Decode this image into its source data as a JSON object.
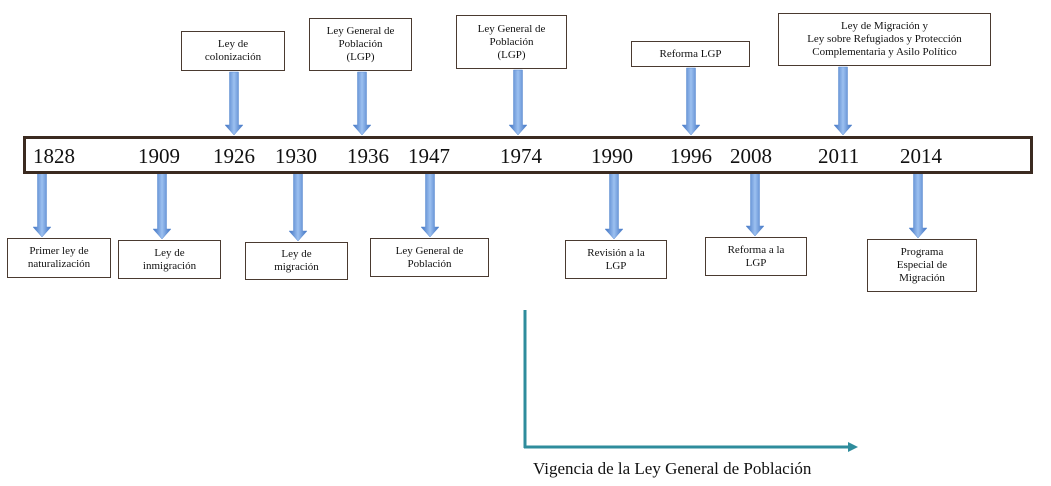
{
  "timeline": {
    "years": [
      "1828",
      "1909",
      "1926",
      "1930",
      "1936",
      "1947",
      "1974",
      "1990",
      "1996",
      "2008",
      "2011",
      "2014"
    ]
  },
  "events_above": [
    {
      "year": "1926",
      "label": "Ley de\ncolonización"
    },
    {
      "year": "1936",
      "label": "Ley General de\nPoblación\n(LGP)"
    },
    {
      "year": "1974",
      "label": "Ley General de\nPoblación\n(LGP)"
    },
    {
      "year": "1996",
      "label": "Reforma  LGP"
    },
    {
      "year": "2011",
      "label": "Ley de Migración y\nLey sobre Refugiados  y Protección\nComplementaria   y Asilo Político"
    }
  ],
  "events_below": [
    {
      "year": "1828",
      "label": "Primer  ley de\nnaturalización"
    },
    {
      "year": "1909",
      "label": "Ley de\ninmigración"
    },
    {
      "year": "1930",
      "label": "Ley de\nmigración"
    },
    {
      "year": "1947",
      "label": "Ley General de\nPoblación"
    },
    {
      "year": "1990",
      "label": "Revisión a la\nLGP"
    },
    {
      "year": "2008",
      "label": "Reforma  a la\nLGP"
    },
    {
      "year": "2014",
      "label": "Programa\nEspecial de\nMigración"
    }
  ],
  "vigencia_label": "Vigencia de la Ley General de Población",
  "colors": {
    "bar_border": "#3b2a20",
    "arrow": "#4f86d4",
    "axis": "#2f8c9c"
  }
}
